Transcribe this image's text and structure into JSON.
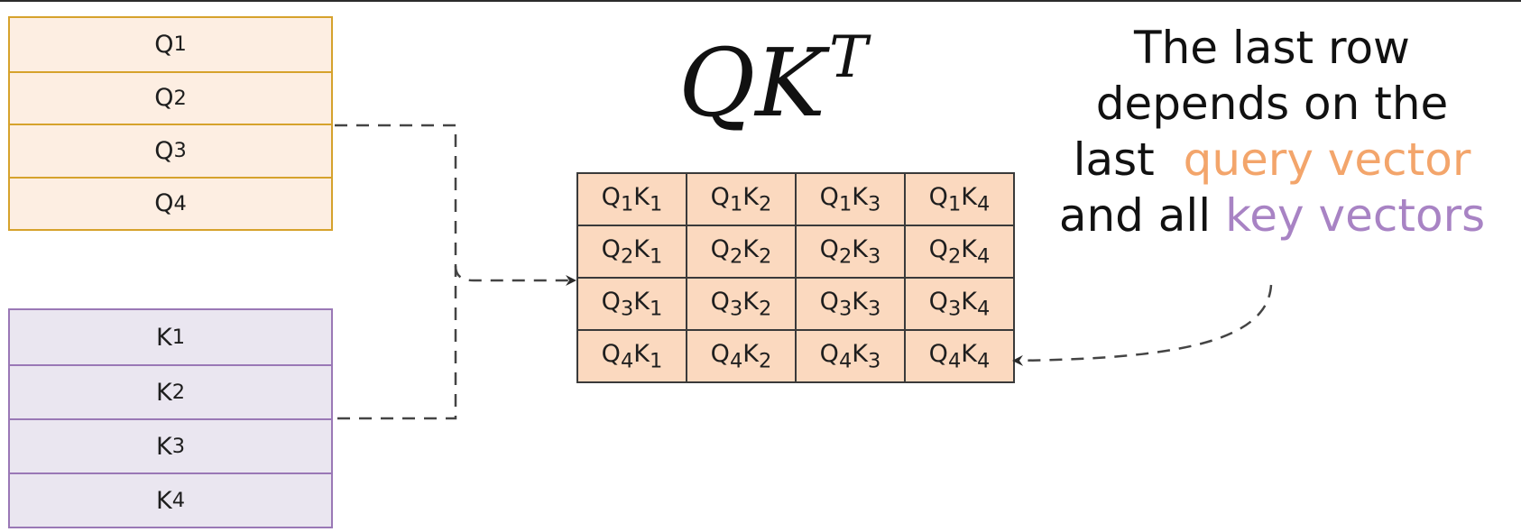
{
  "formula": {
    "base": "QK",
    "exponent": "T"
  },
  "queries": [
    "Q1",
    "Q2",
    "Q3",
    "Q4"
  ],
  "keys": [
    "K1",
    "K2",
    "K3",
    "K4"
  ],
  "matrix": [
    [
      "Q1K1",
      "Q1K2",
      "Q1K3",
      "Q1K4"
    ],
    [
      "Q2K1",
      "Q2K2",
      "Q2K3",
      "Q2K4"
    ],
    [
      "Q3K1",
      "Q3K2",
      "Q3K3",
      "Q3K4"
    ],
    [
      "Q4K1",
      "Q4K2",
      "Q4K3",
      "Q4K4"
    ]
  ],
  "annotation": {
    "line1": "The last row",
    "line2": "depends on the",
    "line3_prefix": "last",
    "line3_highlight": "query vector",
    "line4_prefix": "and all",
    "line4_highlight": "key vectors"
  },
  "colors": {
    "query_border": "#d6a22c",
    "query_fill": "#fdeee2",
    "key_border": "#9a78b6",
    "key_fill": "#eae6f0",
    "matrix_fill": "#fbd9bf",
    "highlight_query": "#f3a56b",
    "highlight_key": "#a883c4"
  }
}
